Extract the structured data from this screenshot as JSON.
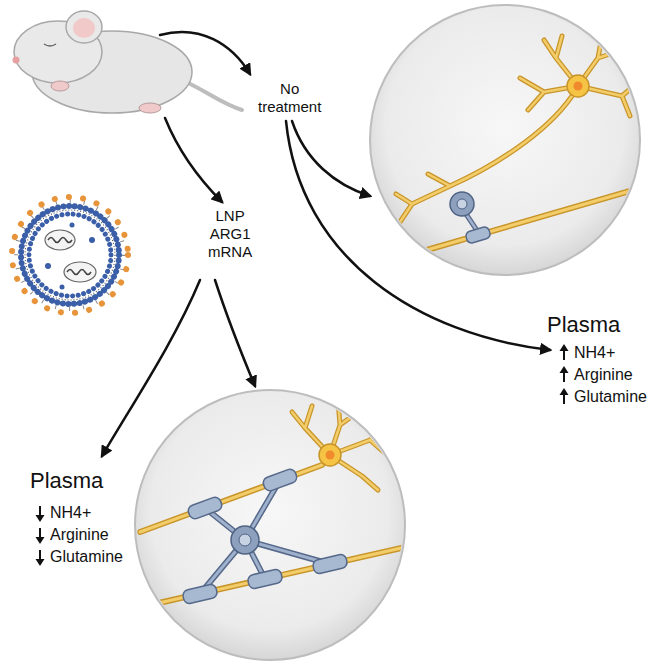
{
  "diagram": {
    "labels": [
      "No treatment",
      "LNP ARG1 mRNA",
      "Plasma",
      "NH4+",
      "Arginine",
      "Glutamine",
      "Plasma",
      "NH4+",
      "Arginine",
      "Glutamine"
    ]
  }
}
